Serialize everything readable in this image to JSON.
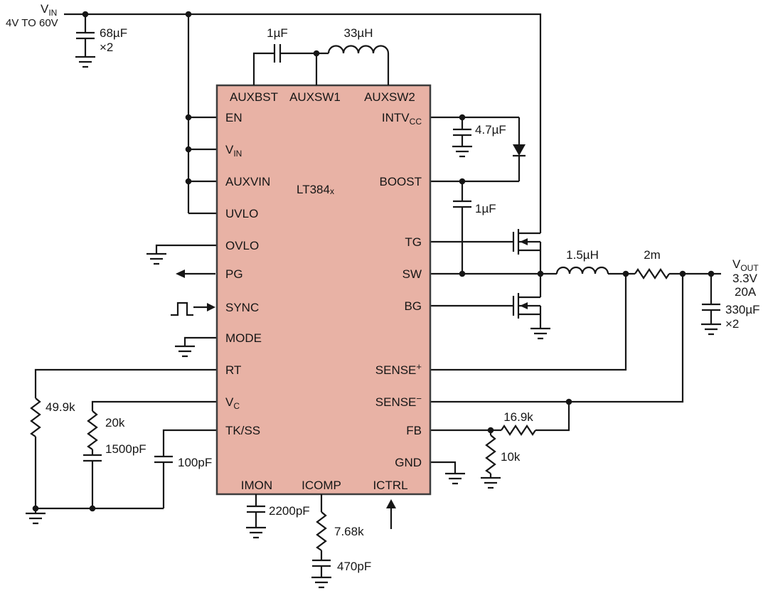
{
  "ic": {
    "name_base": "LT384",
    "name_suffix": "x"
  },
  "supply": {
    "vin_base": "V",
    "vin_sub": "IN",
    "vin_range": "4V TO 60V",
    "vout_base": "V",
    "vout_sub": "OUT",
    "vout_voltage": "3.3V",
    "vout_current": "20A"
  },
  "pins": {
    "top": {
      "auxbst": "AUXBST",
      "auxsw1": "AUXSW1",
      "auxsw2": "AUXSW2"
    },
    "left": {
      "en": "EN",
      "vin_base": "V",
      "vin_sub": "IN",
      "auxvin": "AUXVIN",
      "uvlo": "UVLO",
      "ovlo": "OVLO",
      "pg": "PG",
      "sync": "SYNC",
      "mode": "MODE",
      "rt": "RT",
      "vc_base": "V",
      "vc_sub": "C",
      "tkss": "TK/SS"
    },
    "right": {
      "intvcc_base": "INTV",
      "intvcc_sub": "CC",
      "boost": "BOOST",
      "tg": "TG",
      "sw": "SW",
      "bg": "BG",
      "sensep_base": "SENSE",
      "sensep_sup": "+",
      "sensen_base": "SENSE",
      "sensen_sup": "−",
      "fb": "FB",
      "gnd": "GND"
    },
    "bottom": {
      "imon": "IMON",
      "icomp": "ICOMP",
      "ictrl": "ICTRL"
    }
  },
  "components": {
    "input_cap": "68µF",
    "input_cap_qty": "×2",
    "aux_boost_cap": "1µF",
    "aux_inductor": "33µH",
    "intvcc_cap": "4.7µF",
    "boost_cap": "1µF",
    "output_inductor": "1.5µH",
    "sense_resistor": "2m",
    "output_cap": "330µF",
    "output_cap_qty": "×2",
    "fb_top_resistor": "16.9k",
    "fb_bottom_resistor": "10k",
    "rt_resistor": "49.9k",
    "comp_resistor": "20k",
    "comp_cap": "1500pF",
    "softstart_cap": "100pF",
    "imon_cap": "2200pF",
    "icomp_resistor": "7.68k",
    "icomp_cap": "470pF"
  },
  "colors": {
    "ic_fill": "#e8b2a5",
    "ic_stroke": "#3d3d3d",
    "wire": "#161616"
  }
}
